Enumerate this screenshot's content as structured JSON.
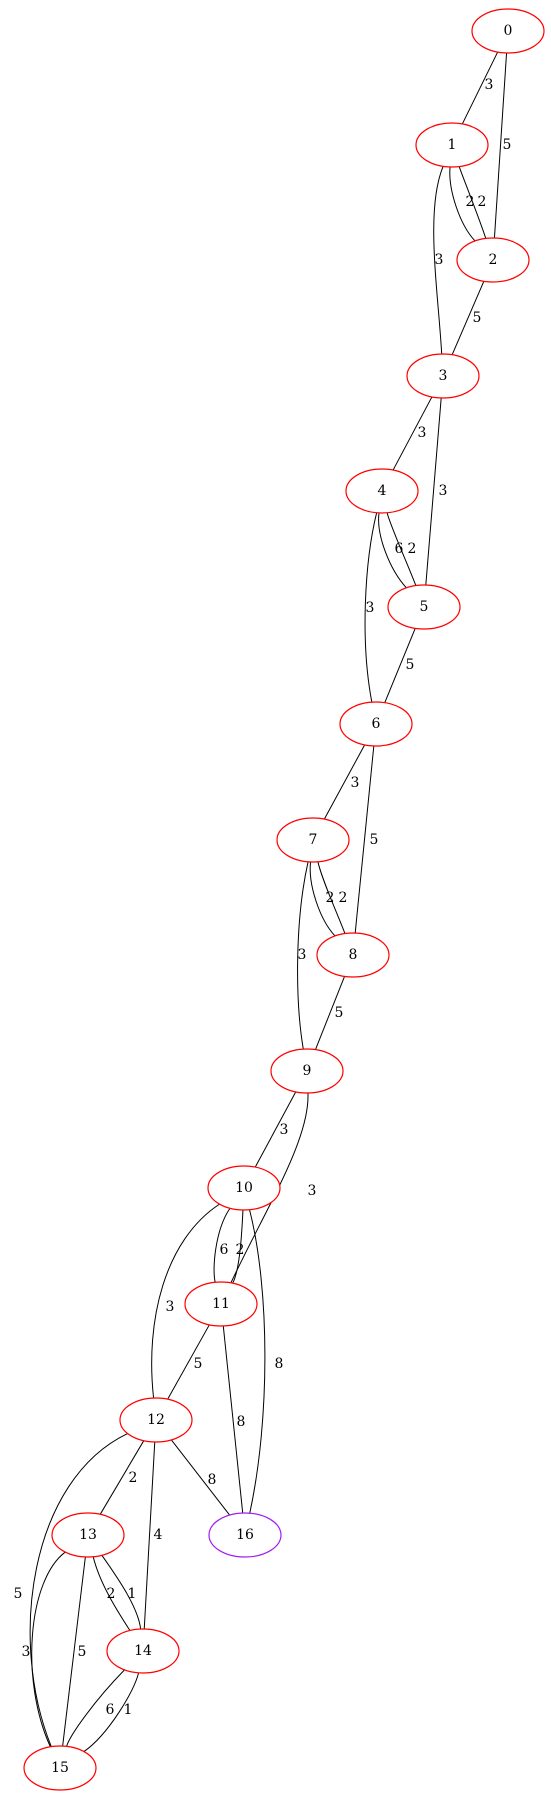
{
  "colors": {
    "node_default": "#ff0000",
    "node_highlight": "#a020f0",
    "edge": "#000000"
  },
  "nodes": [
    {
      "id": "0",
      "label": "0",
      "color": "#ff0000"
    },
    {
      "id": "1",
      "label": "1",
      "color": "#ff0000"
    },
    {
      "id": "2",
      "label": "2",
      "color": "#ff0000"
    },
    {
      "id": "3",
      "label": "3",
      "color": "#ff0000"
    },
    {
      "id": "4",
      "label": "4",
      "color": "#ff0000"
    },
    {
      "id": "5",
      "label": "5",
      "color": "#ff0000"
    },
    {
      "id": "6",
      "label": "6",
      "color": "#ff0000"
    },
    {
      "id": "7",
      "label": "7",
      "color": "#ff0000"
    },
    {
      "id": "8",
      "label": "8",
      "color": "#ff0000"
    },
    {
      "id": "9",
      "label": "9",
      "color": "#ff0000"
    },
    {
      "id": "10",
      "label": "10",
      "color": "#ff0000"
    },
    {
      "id": "11",
      "label": "11",
      "color": "#ff0000"
    },
    {
      "id": "12",
      "label": "12",
      "color": "#ff0000"
    },
    {
      "id": "13",
      "label": "13",
      "color": "#ff0000"
    },
    {
      "id": "14",
      "label": "14",
      "color": "#ff0000"
    },
    {
      "id": "15",
      "label": "15",
      "color": "#ff0000"
    },
    {
      "id": "16",
      "label": "16",
      "color": "#a020f0"
    }
  ],
  "edges": [
    {
      "from": "0",
      "to": "1",
      "weight": "3"
    },
    {
      "from": "0",
      "to": "2",
      "weight": "5"
    },
    {
      "from": "1",
      "to": "2",
      "weight": "2"
    },
    {
      "from": "1",
      "to": "2",
      "weight": "2"
    },
    {
      "from": "1",
      "to": "3",
      "weight": "3"
    },
    {
      "from": "2",
      "to": "3",
      "weight": "5"
    },
    {
      "from": "3",
      "to": "4",
      "weight": "3"
    },
    {
      "from": "3",
      "to": "5",
      "weight": "3"
    },
    {
      "from": "4",
      "to": "5",
      "weight": "6"
    },
    {
      "from": "4",
      "to": "5",
      "weight": "2"
    },
    {
      "from": "4",
      "to": "6",
      "weight": "3"
    },
    {
      "from": "5",
      "to": "6",
      "weight": "5"
    },
    {
      "from": "6",
      "to": "7",
      "weight": "3"
    },
    {
      "from": "6",
      "to": "8",
      "weight": "5"
    },
    {
      "from": "7",
      "to": "8",
      "weight": "2"
    },
    {
      "from": "7",
      "to": "8",
      "weight": "2"
    },
    {
      "from": "7",
      "to": "9",
      "weight": "3"
    },
    {
      "from": "8",
      "to": "9",
      "weight": "5"
    },
    {
      "from": "9",
      "to": "10",
      "weight": "3"
    },
    {
      "from": "9",
      "to": "11",
      "weight": "3"
    },
    {
      "from": "10",
      "to": "11",
      "weight": "6"
    },
    {
      "from": "10",
      "to": "11",
      "weight": "2"
    },
    {
      "from": "10",
      "to": "12",
      "weight": "3"
    },
    {
      "from": "10",
      "to": "16",
      "weight": "8"
    },
    {
      "from": "11",
      "to": "12",
      "weight": "5"
    },
    {
      "from": "11",
      "to": "16",
      "weight": "8"
    },
    {
      "from": "12",
      "to": "13",
      "weight": "2"
    },
    {
      "from": "12",
      "to": "14",
      "weight": "4"
    },
    {
      "from": "12",
      "to": "15",
      "weight": "5"
    },
    {
      "from": "12",
      "to": "16",
      "weight": "8"
    },
    {
      "from": "13",
      "to": "14",
      "weight": "2"
    },
    {
      "from": "13",
      "to": "14",
      "weight": "1"
    },
    {
      "from": "13",
      "to": "15",
      "weight": "3"
    },
    {
      "from": "13",
      "to": "15",
      "weight": "5"
    },
    {
      "from": "14",
      "to": "15",
      "weight": "6"
    },
    {
      "from": "14",
      "to": "15",
      "weight": "1"
    }
  ]
}
